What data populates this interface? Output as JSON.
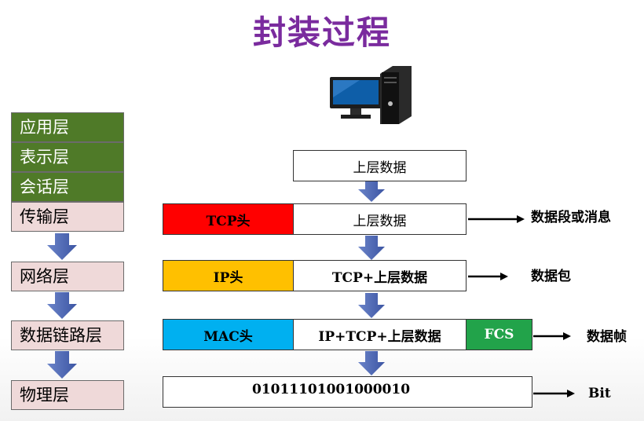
{
  "title": "封装过程",
  "layers": [
    "应用层",
    "表示层",
    "会话层",
    "传输层",
    "网络层",
    "数据链路层",
    "物理层"
  ],
  "rows": {
    "top": {
      "data": "上层数据"
    },
    "transport": {
      "header": "TCP头",
      "data": "上层数据",
      "pdu": "数据段或消息"
    },
    "network": {
      "header": "IP头",
      "data": "TCP+上层数据",
      "pdu": "数据包"
    },
    "datalink": {
      "header": "MAC头",
      "data": "IP+TCP+上层数据",
      "trailer": "FCS",
      "pdu": "数据帧"
    },
    "physical": {
      "bits": "01011101001000010",
      "pdu": "Bit"
    }
  },
  "colors": {
    "title": "#7a2b9e",
    "layer_green": "#4f7a28",
    "layer_pink": "#efd9d9",
    "tcp_header": "#ff0000",
    "ip_header": "#ffc000",
    "mac_header": "#00b0f0",
    "fcs": "#22a34a",
    "arrow": "#4a63b0"
  },
  "icons": {
    "computer": "desktop-computer-icon"
  }
}
